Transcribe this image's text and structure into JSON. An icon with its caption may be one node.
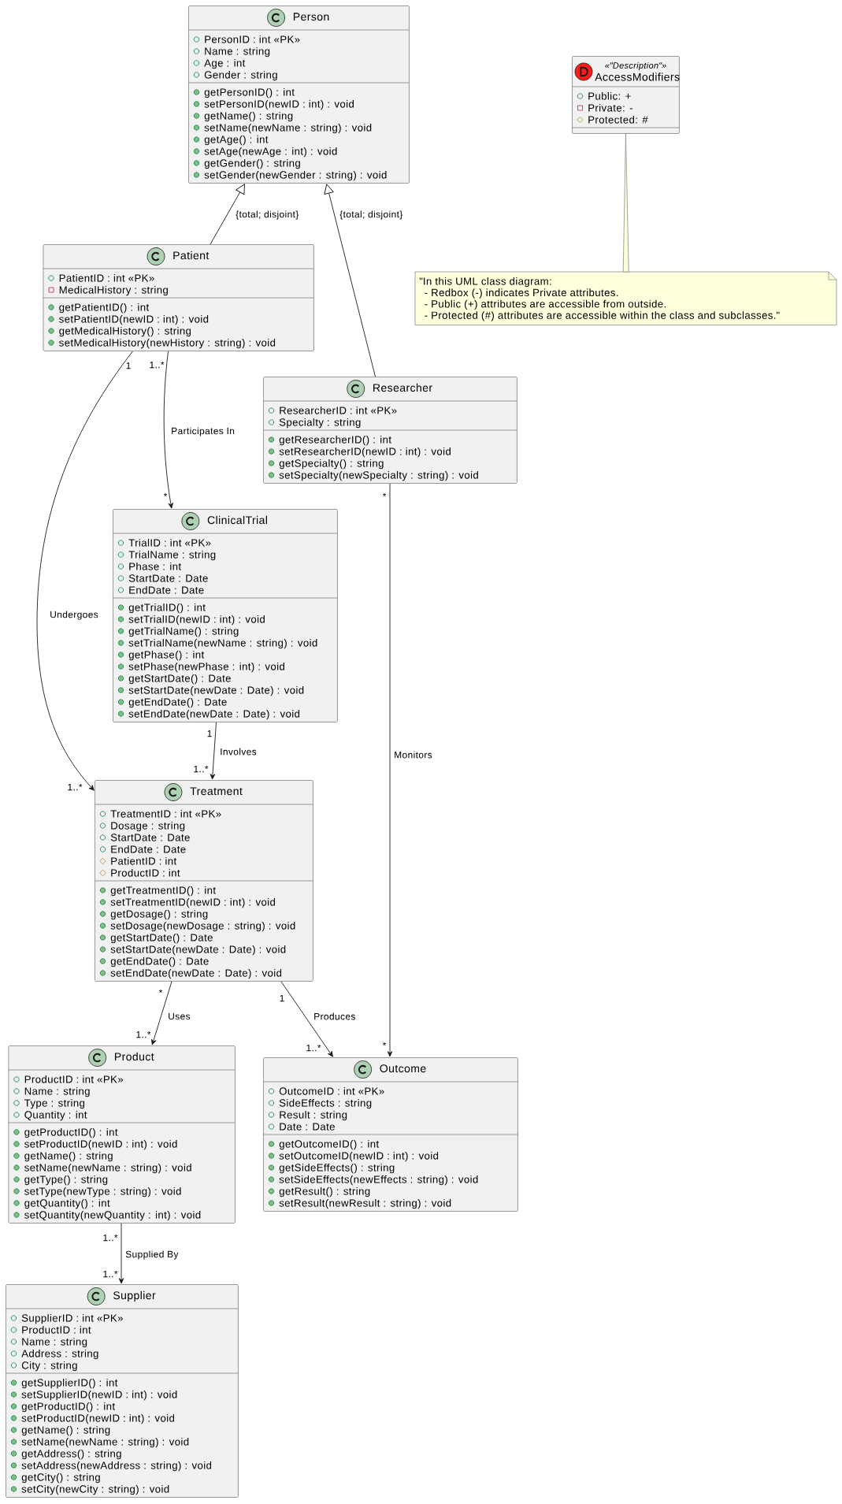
{
  "diagram": {
    "nodes": [
      {
        "text": [
          "Person",
          "PersonID : int «PK»",
          "Name : string",
          "Age : int",
          "Gender : string",
          "getPersonID() : int",
          "setPersonID(newID : int) : void",
          "getName() : string",
          "setName(newName : string) : void",
          "getAge() : int",
          "setAge(newAge : int) : void",
          "getGender() : string",
          "setGender(newGender : string) : void"
        ]
      },
      {
        "text": [
          "«\"Description\"»",
          "AccessModifiers",
          "Public: +",
          "Private: -",
          "Protected: #"
        ]
      },
      {
        "text": [
          "\"In this UML class diagram:",
          "- Redbox (-) indicates Private attributes.",
          "- Public (+) attributes are accessible from outside.",
          "- Protected (#) attributes are accessible within the class and subclasses.\""
        ]
      },
      {
        "text": [
          "Patient",
          "PatientID : int «PK»",
          "MedicalHistory : string",
          "getPatientID() : int",
          "setPatientID(newID : int) : void",
          "getMedicalHistory() : string",
          "setMedicalHistory(newHistory : string) : void"
        ]
      },
      {
        "text": [
          "Researcher",
          "ResearcherID : int «PK»",
          "Specialty : string",
          "getResearcherID() : int",
          "setResearcherID(newID : int) : void",
          "getSpecialty() : string",
          "setSpecialty(newSpecialty : string) : void"
        ]
      },
      {
        "text": [
          "ClinicalTrial",
          "TrialID : int «PK»",
          "TrialName : string",
          "Phase : int",
          "StartDate : Date",
          "EndDate : Date",
          "getTrialID() : int",
          "setTrialID(newID : int) : void",
          "getTrialName() : string",
          "setTrialName(newName : string) : void",
          "getPhase() : int",
          "setPhase(newPhase : int) : void",
          "getStartDate() : Date",
          "setStartDate(newDate : Date) : void",
          "getEndDate() : Date",
          "setEndDate(newDate : Date) : void"
        ]
      },
      {
        "text": [
          "Treatment",
          "TreatmentID : int «PK»",
          "Dosage : string",
          "StartDate : Date",
          "EndDate : Date",
          "PatientID : int",
          "ProductID : int",
          "getTreatmentID() : int",
          "setTreatmentID(newID : int) : void",
          "getDosage() : string",
          "setDosage(newDosage : string) : void",
          "getStartDate() : Date",
          "setStartDate(newDate : Date) : void",
          "getEndDate() : Date",
          "setEndDate(newDate : Date) : void"
        ]
      },
      {
        "text": [
          "Product",
          "ProductID : int «PK»",
          "Name : string",
          "Type : string",
          "Quantity : int",
          "getProductID() : int",
          "setProductID(newID : int) : void",
          "getName() : string",
          "setName(newName : string) : void",
          "getType() : string",
          "setType(newType : string) : void",
          "getQuantity() : int",
          "setQuantity(newQuantity : int) : void"
        ]
      },
      {
        "text": [
          "Outcome",
          "OutcomeID : int «PK»",
          "SideEffects : string",
          "Result : string",
          "Date : Date",
          "getOutcomeID() : int",
          "setOutcomeID(newID : int) : void",
          "getSideEffects() : string",
          "setSideEffects(newEffects : string) : void",
          "getResult() : string",
          "setResult(newResult : string) : void"
        ]
      },
      {
        "text": [
          "Supplier",
          "SupplierID : int «PK»",
          "ProductID : int",
          "Name : string",
          "Address : string",
          "City : string",
          "getSupplierID() : int",
          "setSupplierID(newID : int) : void",
          "getProductID() : int",
          "setProductID(newID : int) : void",
          "getName() : string",
          "setName(newName : string) : void",
          "getAddress() : string",
          "setAddress(newAddress : string) : void",
          "getCity() : string",
          "setCity(newCity : string) : void"
        ]
      }
    ],
    "edges": [
      {
        "from": 3,
        "to": 0,
        "arrow": "to",
        "label": "{total; disjoint}"
      },
      {
        "from": 4,
        "to": 0,
        "arrow": "to",
        "label": "{total; disjoint}"
      },
      {
        "from": 1,
        "to": 2,
        "arrow": "none"
      },
      {
        "from": 3,
        "to": 5,
        "arrow": "to",
        "label": "Participates In"
      },
      {
        "from": 3,
        "to": 6,
        "arrow": "to",
        "label": "Undergoes"
      },
      {
        "from": 5,
        "to": 6,
        "arrow": "to",
        "label": "Involves"
      },
      {
        "from": 4,
        "to": 8,
        "arrow": "to",
        "label": "Monitors"
      },
      {
        "from": 6,
        "to": 7,
        "arrow": "to",
        "label": "Uses"
      },
      {
        "from": 6,
        "to": 8,
        "arrow": "to",
        "label": "Produces"
      },
      {
        "from": 7,
        "to": 9,
        "arrow": "to",
        "label": "Supplied By"
      }
    ],
    "labels": [
      "1",
      "1..*",
      "*",
      "*",
      "1",
      "1..*",
      "1..*",
      "*",
      "1",
      "1..*",
      "*",
      "1..*",
      "1..*",
      "1..*"
    ]
  }
}
